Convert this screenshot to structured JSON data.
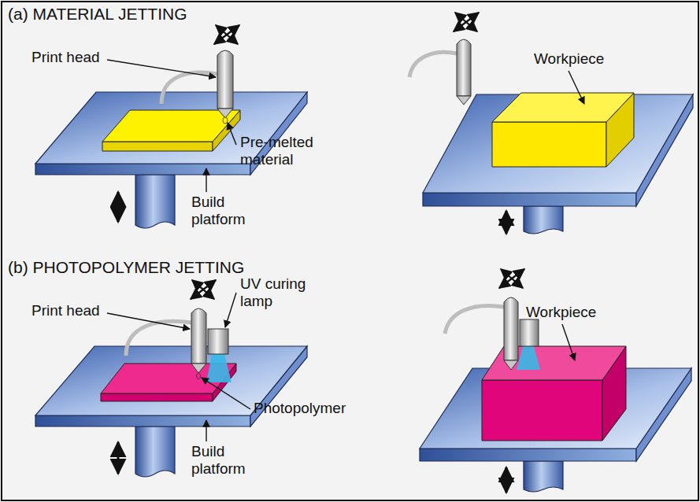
{
  "diagram": {
    "labels": [
      "(a) MATERIAL JETTING",
      "Print head",
      "Pre-melted material",
      "Build platform",
      "Workpiece",
      "(b) PHOTOPOLYMER JETTING",
      "Print head",
      "UV curing lamp",
      "Photopolymer",
      "Build platform",
      "Workpiece"
    ]
  }
}
